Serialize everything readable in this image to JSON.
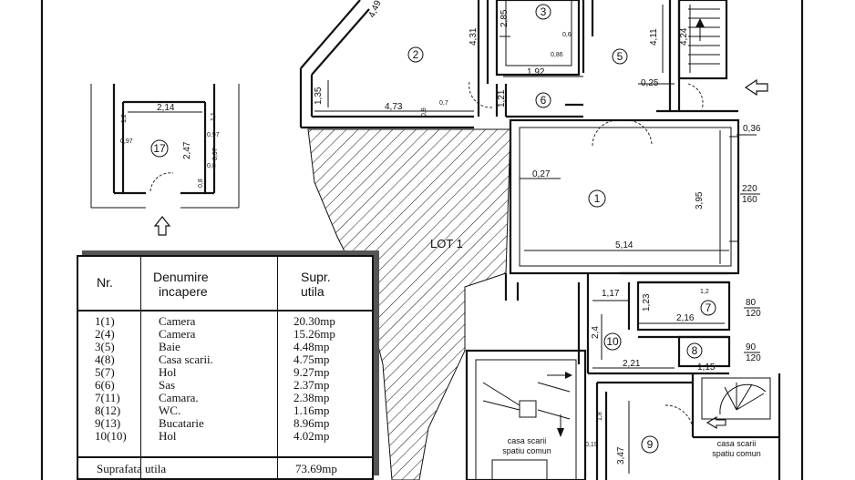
{
  "plan": {
    "lot_label": "LOT 1",
    "stair_label_line1": "casa scarii",
    "stair_label_line2": "spatiu comun",
    "rooms": [
      "1",
      "2",
      "3",
      "5",
      "6",
      "7",
      "8",
      "9",
      "10",
      "17"
    ],
    "dimensions": {
      "d449": "4,49",
      "d431": "4,31",
      "d285": "2,85",
      "d411": "4,11",
      "d424": "4,24",
      "d135": "1,35",
      "d473": "4,73",
      "d09": "0,9",
      "d07": "0,7",
      "d121": "1,21",
      "d192": "1,92",
      "d086": "0,86",
      "d06": "0,6",
      "d025": "0,25",
      "d036": "0,36",
      "d027": "0,27",
      "d395": "3,95",
      "d514": "5,14",
      "d220": "220",
      "d160": "160",
      "d117": "1,17",
      "d123": "1,23",
      "d216": "2,16",
      "d12": "1,2",
      "d080": "80",
      "d120": "120",
      "d24": "2,4",
      "d221": "2,21",
      "d115": "1,15",
      "d090": "90",
      "d120b": "120",
      "d18": "1,8",
      "d347": "3,47",
      "d019": "0,19",
      "d214": "2,14",
      "d247": "2,47",
      "d12b": "1,2",
      "d11": "1,1",
      "d097": "0,97",
      "d097b": "0,97",
      "d097c": "0,97",
      "d08": "0,8",
      "d08b": "0,8"
    }
  },
  "table": {
    "headers": {
      "nr": "Nr.",
      "den1": "Denumire",
      "den2": "incapere",
      "sup1": "Supr.",
      "sup2": "utila"
    },
    "rows": [
      {
        "nr": "1(1)",
        "name": "Camera",
        "area": "20.30mp"
      },
      {
        "nr": "2(4)",
        "name": "Camera",
        "area": "15.26mp"
      },
      {
        "nr": "3(5)",
        "name": "Baie",
        "area": "4.48mp"
      },
      {
        "nr": "4(8)",
        "name": "Casa scarii.",
        "area": "4.75mp"
      },
      {
        "nr": "5(7)",
        "name": "Hol",
        "area": "9.27mp"
      },
      {
        "nr": "6(6)",
        "name": "Sas",
        "area": "2.37mp"
      },
      {
        "nr": "7(11)",
        "name": "Camara.",
        "area": "2.38mp"
      },
      {
        "nr": "8(12)",
        "name": "WC.",
        "area": "1.16mp"
      },
      {
        "nr": "9(13)",
        "name": "Bucatarie",
        "area": "8.96mp"
      },
      {
        "nr": "10(10)",
        "name": "Hol",
        "area": "4.02mp"
      }
    ],
    "total_label": "Suprafata utila",
    "total_value": "73.69mp"
  }
}
